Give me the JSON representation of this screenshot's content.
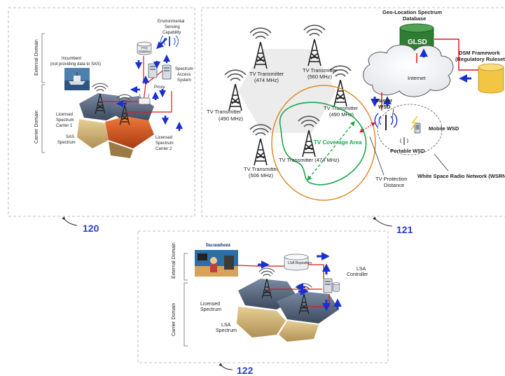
{
  "panel_120": {
    "ref": "120",
    "external_domain": "External Domain",
    "carrier_domain": "Carrier Domain",
    "incumbent": "Incumbent",
    "incumbent_note": "(not providing data to SAS)",
    "fcc_db_1": "FCC",
    "fcc_db_2": "Databse",
    "esc_1": "Environmental",
    "esc_2": "Sensing",
    "esc_3": "Capability",
    "sas_1": "Spectrum",
    "sas_2": "Access",
    "sas_3": "System",
    "proxy": "Proxy",
    "lsc1_1": "Licensed",
    "lsc1_2": "Spectrum",
    "lsc1_3": "Carrier 1",
    "sas_spec_1": "SAS",
    "sas_spec_2": "Spectrum",
    "lsc2_1": "Licensed",
    "lsc2_2": "Spectrum",
    "lsc2_3": "Carrier 2"
  },
  "panel_121": {
    "ref": "121",
    "glsd_title_1": "Geo-Location Spectrum",
    "glsd_title_2": "Database",
    "glsd": "GLSD",
    "dsm_1": "DSM Framework",
    "dsm_2": "(Regulatory Ruleset)",
    "internet": "Internet",
    "tx_474": "TV Transmitter",
    "tx_474_f": "(474 MHz)",
    "tx_560": "TV Transmitter",
    "tx_560_f": "(560 MHz)",
    "tx_490a": "TV Transmitter",
    "tx_490a_f": "(490 MHz)",
    "tx_490b": "TV Transmitter",
    "tx_490b_f": "(490 MHz)",
    "tx_506": "TV Transmitter",
    "tx_506_f": "(506 MHz)",
    "tx_center": "TV Transmitter (474 MHz)",
    "coverage": "TV Coverage Area",
    "master_1": "Master",
    "master_2": "WSD",
    "mobile": "Mobile WSD",
    "portable": "Portable WSD",
    "protection_1": "TV Protection",
    "protection_2": "Distance",
    "wsrn": "White Space Radio Network (WSRN"
  },
  "panel_122": {
    "ref": "122",
    "external_domain": "External Domain",
    "carrier_domain": "Carrier Domain",
    "incumbent": "Incumbent",
    "lsa_repo": "LSA Repository",
    "lsa_ctrl_1": "LSA",
    "lsa_ctrl_2": "Controller",
    "licensed_1": "Licensed",
    "licensed_2": "Spectrum",
    "lsa_spec_1": "LSA",
    "lsa_spec_2": "Spectrum"
  },
  "colors": {
    "arrow_blue": "#1a2fd0",
    "link_red": "#d81b1b",
    "coverage_green": "#1aa84a",
    "protection_orange": "#e08a2e",
    "glsd_green": "#2f7d32",
    "db_yellow": "#f2c542",
    "ref_blue": "#2b3fc4"
  }
}
